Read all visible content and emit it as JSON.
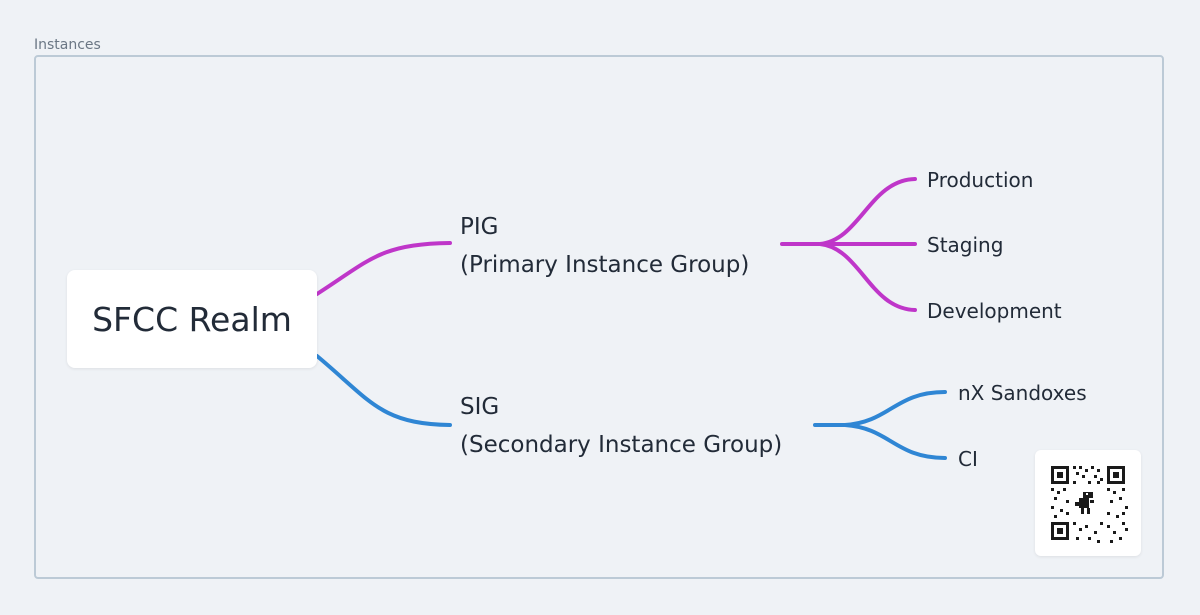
{
  "frame": {
    "label": "Instances"
  },
  "root": {
    "label": "SFCC Realm"
  },
  "colors": {
    "pig_branch": "#bf36c9",
    "sig_branch": "#2f86d4",
    "text": "#222b38",
    "frame_border": "#bccad6"
  },
  "pig": {
    "line1": "PIG",
    "line2": "(Primary Instance Group)",
    "children": [
      "Production",
      "Staging",
      "Development"
    ]
  },
  "sig": {
    "line1": "SIG",
    "line2": "(Secondary Instance Group)",
    "children": [
      "nX Sandoxes",
      "CI"
    ]
  },
  "qr_code": {
    "icon": "qr-code-icon"
  }
}
